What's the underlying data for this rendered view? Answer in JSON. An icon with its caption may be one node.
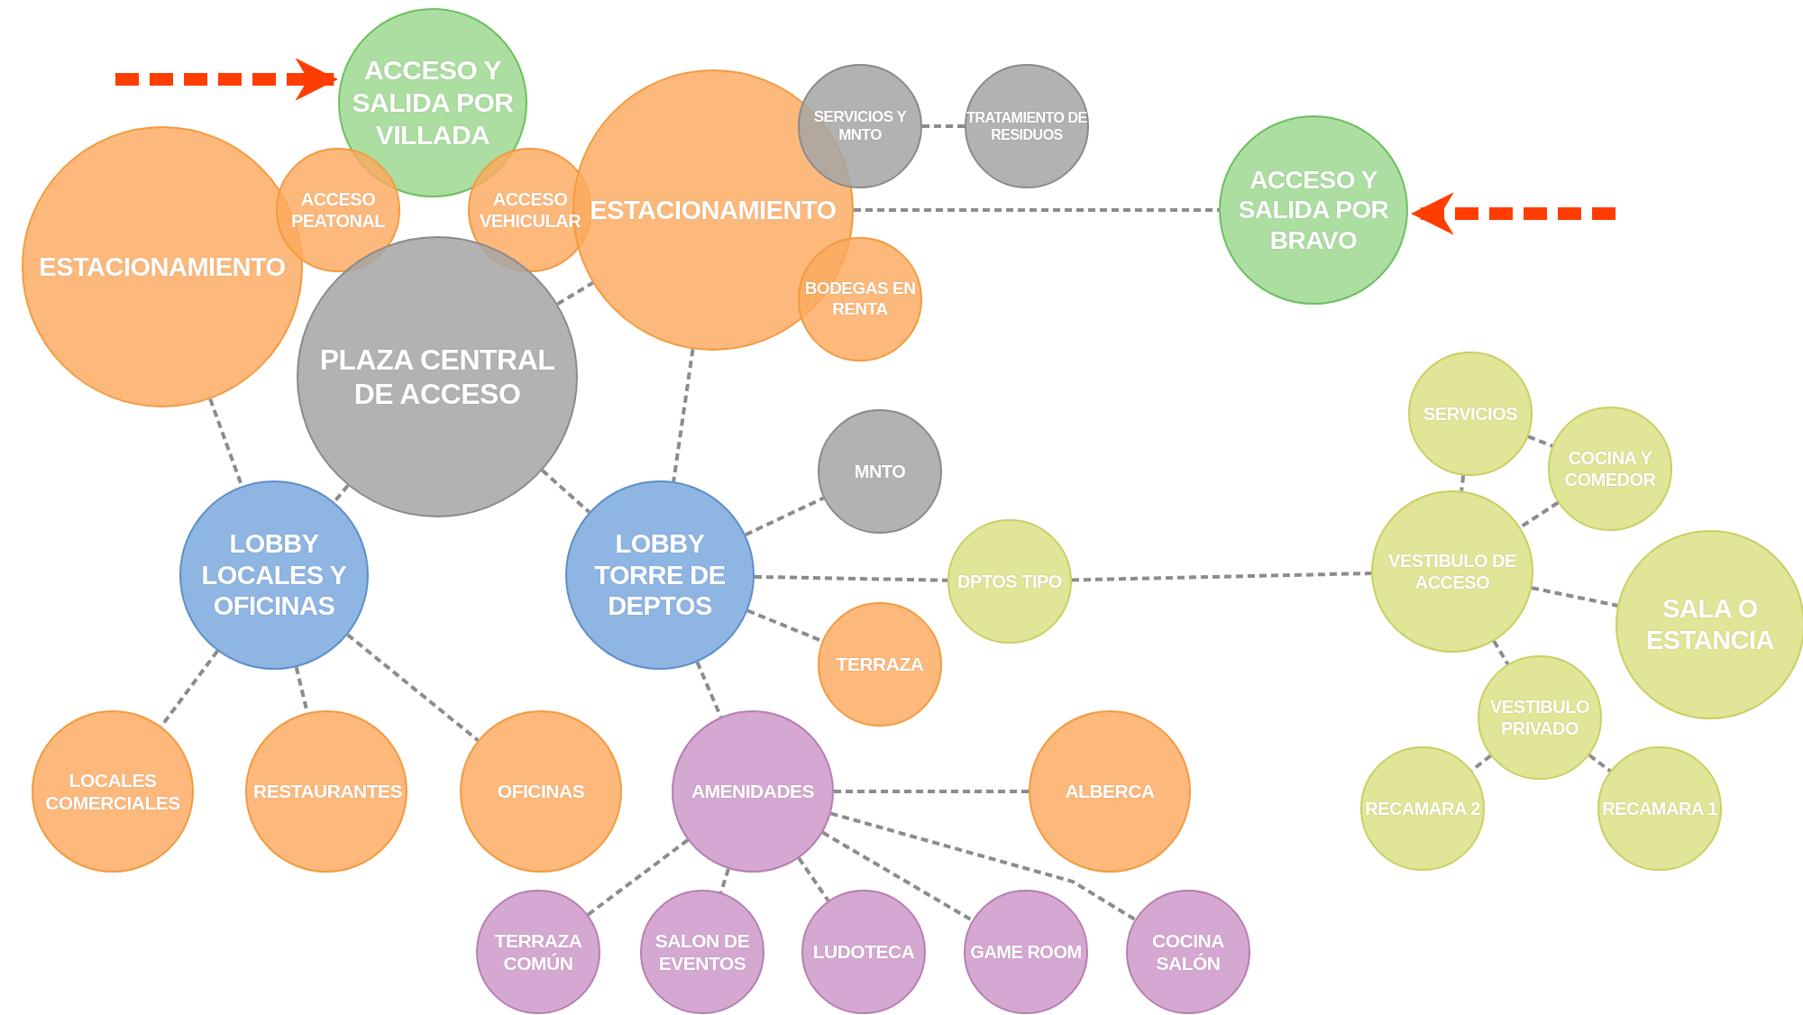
{
  "diagram": {
    "nodes": [
      {
        "text": [
          "ACCESO Y SALIDA POR VILLADA"
        ]
      },
      {
        "text": [
          "ESTACIONAMIENTO"
        ]
      },
      {
        "text": [
          "ACCESO PEATONAL"
        ]
      },
      {
        "text": [
          "ACCESO VEHICULAR"
        ]
      },
      {
        "text": [
          "ESTACIONAMIENTO"
        ]
      },
      {
        "text": [
          "SERVICIOS Y MNTO"
        ]
      },
      {
        "text": [
          "TRATAMIENTO DE RESIDUOS"
        ]
      },
      {
        "text": [
          "BODEGAS EN RENTA"
        ]
      },
      {
        "text": [
          "ACCESO Y SALIDA POR BRAVO"
        ]
      },
      {
        "text": [
          "PLAZA CENTRAL DE ACCESO"
        ]
      },
      {
        "text": [
          "LOBBY LOCALES Y OFICINAS"
        ]
      },
      {
        "text": [
          "LOBBY TORRE DE DEPTOS"
        ]
      },
      {
        "text": [
          "MNTO"
        ]
      },
      {
        "text": [
          "DPTOS TIPO"
        ]
      },
      {
        "text": [
          "TERRAZA"
        ]
      },
      {
        "text": [
          "LOCALES COMERCIALES"
        ]
      },
      {
        "text": [
          "RESTAURANTES"
        ]
      },
      {
        "text": [
          "OFICINAS"
        ]
      },
      {
        "text": [
          "AMENIDADES"
        ]
      },
      {
        "text": [
          "ALBERCA"
        ]
      },
      {
        "text": [
          "TERRAZA COMÚN"
        ]
      },
      {
        "text": [
          "SALON DE EVENTOS"
        ]
      },
      {
        "text": [
          "LUDOTECA"
        ]
      },
      {
        "text": [
          "GAME ROOM"
        ]
      },
      {
        "text": [
          "COCINA SALÓN"
        ]
      },
      {
        "text": [
          "SERVICIOS"
        ]
      },
      {
        "text": [
          "COCINA Y COMEDOR"
        ]
      },
      {
        "text": [
          "VESTIBULO DE ACCESO"
        ]
      },
      {
        "text": [
          "SALA O ESTANCIA"
        ]
      },
      {
        "text": [
          "VESTIBULO PRIVADO"
        ]
      },
      {
        "text": [
          "RECAMARA 2"
        ]
      },
      {
        "text": [
          "RECAMARA 1"
        ]
      }
    ],
    "edges": [
      {
        "from": null,
        "to": 0,
        "arrow": "to",
        "style": "dashed",
        "color": "#ff3d00"
      },
      {
        "from": null,
        "to": 8,
        "arrow": "to",
        "style": "dashed",
        "color": "#ff3d00"
      },
      {
        "from": 5,
        "to": 6,
        "arrow": "none"
      },
      {
        "from": 4,
        "to": 8,
        "arrow": "none"
      },
      {
        "from": 9,
        "to": 4,
        "arrow": "none"
      },
      {
        "from": 1,
        "to": 10,
        "arrow": "none"
      },
      {
        "from": 9,
        "to": 10,
        "arrow": "none"
      },
      {
        "from": 9,
        "to": 11,
        "arrow": "none"
      },
      {
        "from": 4,
        "to": 11,
        "arrow": "none"
      },
      {
        "from": 11,
        "to": 12,
        "arrow": "none"
      },
      {
        "from": 11,
        "to": 13,
        "arrow": "none"
      },
      {
        "from": 11,
        "to": 14,
        "arrow": "none"
      },
      {
        "from": 10,
        "to": 15,
        "arrow": "none"
      },
      {
        "from": 10,
        "to": 16,
        "arrow": "none"
      },
      {
        "from": 10,
        "to": 17,
        "arrow": "none"
      },
      {
        "from": 11,
        "to": 18,
        "arrow": "none"
      },
      {
        "from": 18,
        "to": 19,
        "arrow": "none"
      },
      {
        "from": 18,
        "to": 20,
        "arrow": "none"
      },
      {
        "from": 18,
        "to": 21,
        "arrow": "none"
      },
      {
        "from": 18,
        "to": 22,
        "arrow": "none"
      },
      {
        "from": 18,
        "to": 23,
        "arrow": "none"
      },
      {
        "from": 18,
        "to": 24,
        "arrow": "none"
      },
      {
        "from": 13,
        "to": 27,
        "arrow": "none"
      },
      {
        "from": 25,
        "to": 26,
        "arrow": "none"
      },
      {
        "from": 25,
        "to": 27,
        "arrow": "none"
      },
      {
        "from": 26,
        "to": 27,
        "arrow": "none"
      },
      {
        "from": 27,
        "to": 28,
        "arrow": "none"
      },
      {
        "from": 27,
        "to": 29,
        "arrow": "none"
      },
      {
        "from": 29,
        "to": 30,
        "arrow": "none"
      },
      {
        "from": 29,
        "to": 31,
        "arrow": "none"
      }
    ]
  }
}
